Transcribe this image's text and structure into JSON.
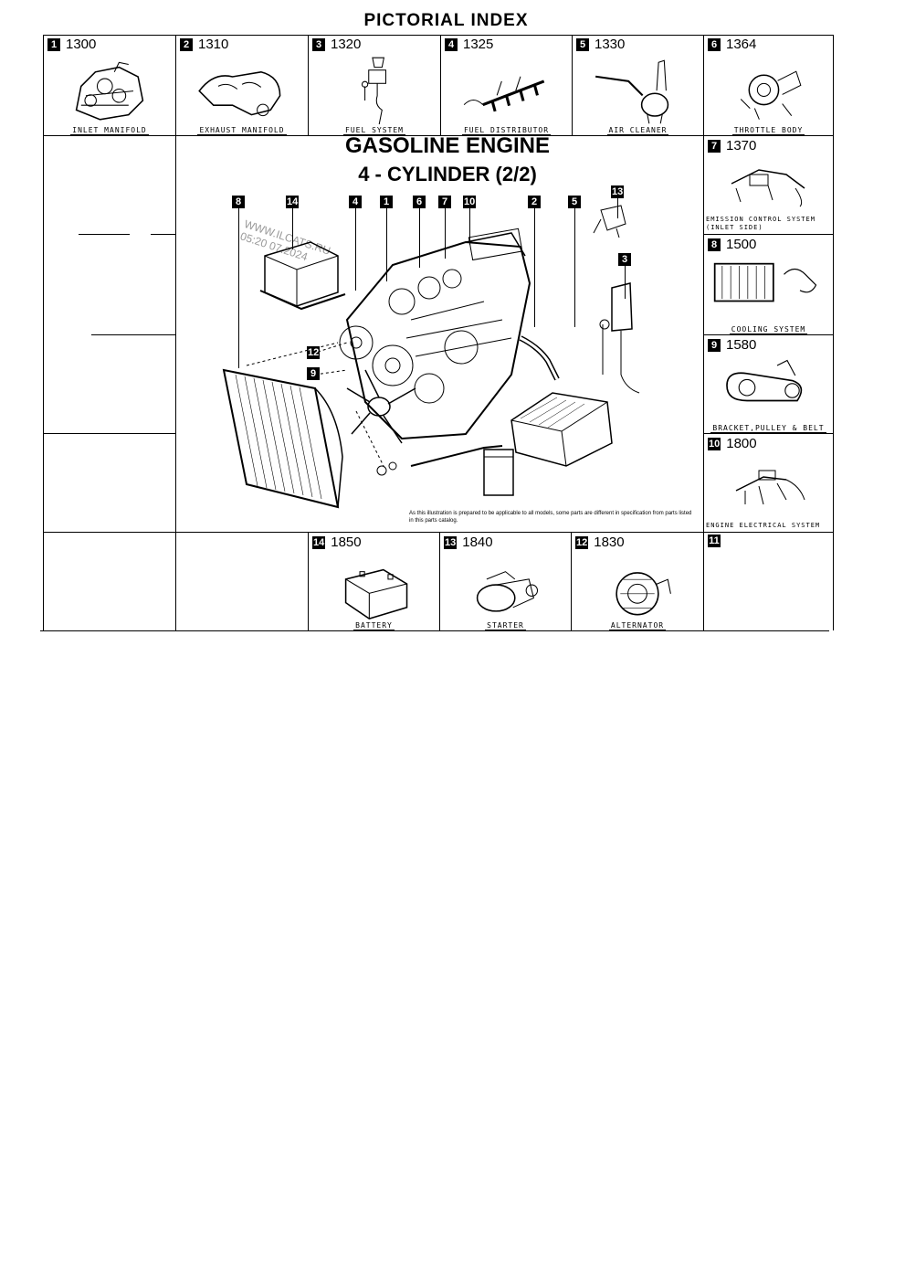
{
  "page_title": "PICTORIAL INDEX",
  "engine_title_line1": "GASOLINE ENGINE",
  "engine_title_line2": "4 - CYLINDER (2/2)",
  "watermark_line1": "WWW.ILCATS.RU",
  "watermark_line2": "05:20 07.2024",
  "note": "As this illustration is prepared to be applicable to all models, some parts are different in specification from parts listed in this parts catalog.",
  "cells": [
    {
      "num": "1",
      "code": "1300",
      "caption": "INLET MANIFOLD"
    },
    {
      "num": "2",
      "code": "1310",
      "caption": "EXHAUST MANIFOLD"
    },
    {
      "num": "3",
      "code": "1320",
      "caption": "FUEL SYSTEM"
    },
    {
      "num": "4",
      "code": "1325",
      "caption": "FUEL DISTRIBUTOR"
    },
    {
      "num": "5",
      "code": "1330",
      "caption": "AIR CLEANER"
    },
    {
      "num": "6",
      "code": "1364",
      "caption": "THROTTLE BODY"
    },
    {
      "num": "7",
      "code": "1370",
      "caption": "EMISSION CONTROL SYSTEM (INLET SIDE)"
    },
    {
      "num": "8",
      "code": "1500",
      "caption": "COOLING SYSTEM"
    },
    {
      "num": "9",
      "code": "1580",
      "caption": "BRACKET,PULLEY & BELT"
    },
    {
      "num": "10",
      "code": "1800",
      "caption": "ENGINE ELECTRICAL SYSTEM"
    },
    {
      "num": "14",
      "code": "1850",
      "caption": "BATTERY"
    },
    {
      "num": "13",
      "code": "1840",
      "caption": "STARTER"
    },
    {
      "num": "12",
      "code": "1830",
      "caption": "ALTERNATOR"
    },
    {
      "num": "11",
      "code": "",
      "caption": ""
    }
  ],
  "callouts": [
    "8",
    "14",
    "4",
    "1",
    "6",
    "7",
    "10",
    "2",
    "5",
    "13",
    "3",
    "12",
    "9"
  ]
}
